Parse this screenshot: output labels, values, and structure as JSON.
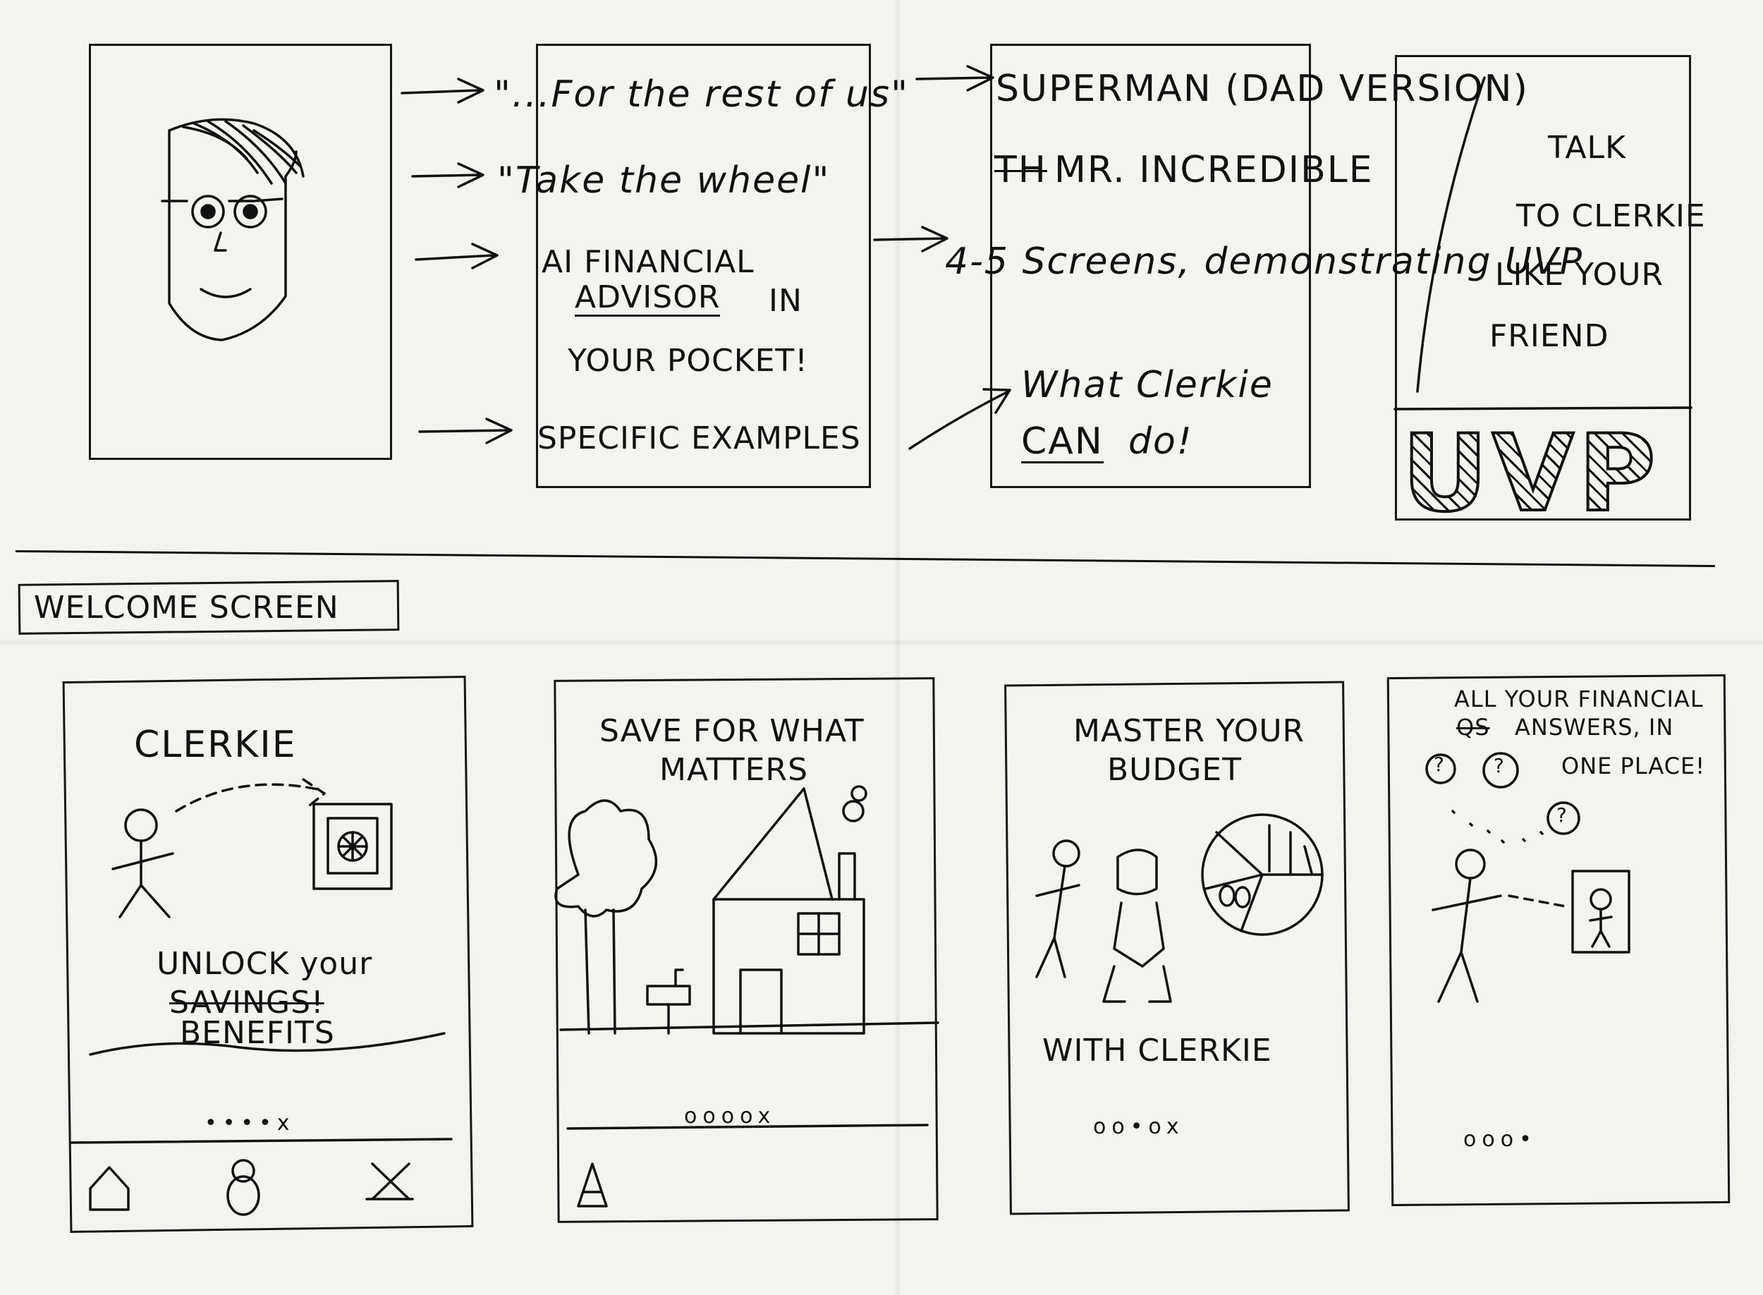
{
  "top": {
    "pitch_phrases": {
      "p1": "\"...For the rest of us\"",
      "p2": "\"Take the wheel\"",
      "p3_line1": "AI FINANCIAL",
      "p3_line2": "ADVISOR",
      "p3_line2b": "IN",
      "p3_line3": "YOUR POCKET!",
      "p4": "SPECIFIC EXAMPLES"
    },
    "concept_notes": {
      "n1": "SUPERMAN (DAD VERSION)",
      "n2_strike": "TH",
      "n2": "MR. INCREDIBLE",
      "n3": "4-5 Screens, demonstrating UVP",
      "n4_line1": "What Clerkie",
      "n4_line2a": "CAN",
      "n4_line2b": "do!"
    },
    "talk_panel": {
      "line1": "TALK",
      "line2": "TO CLERKIE",
      "line3": "LIKE YOUR",
      "line4": "FRIEND",
      "uvp": "UVP"
    }
  },
  "section_label": "WELCOME SCREEN",
  "screens": [
    {
      "title": "CLERKIE",
      "caption_line1": "UNLOCK your",
      "caption_struck": "SAVINGS!",
      "caption_line3": "BENEFITS",
      "pager": "••••x"
    },
    {
      "title_line1": "SAVE FOR WHAT",
      "title_line2": "MATTERS",
      "pager": "oooox"
    },
    {
      "title_line1": "MASTER YOUR",
      "title_line2": "BUDGET",
      "caption": "WITH CLERKIE",
      "pager": "oo•ox"
    },
    {
      "title_line1": "ALL YOUR FINANCIAL",
      "title_struck": "QS",
      "title_line2": "ANSWERS, IN",
      "title_line3": "ONE PLACE!",
      "bubble": "?",
      "pager": "ooo•"
    }
  ]
}
